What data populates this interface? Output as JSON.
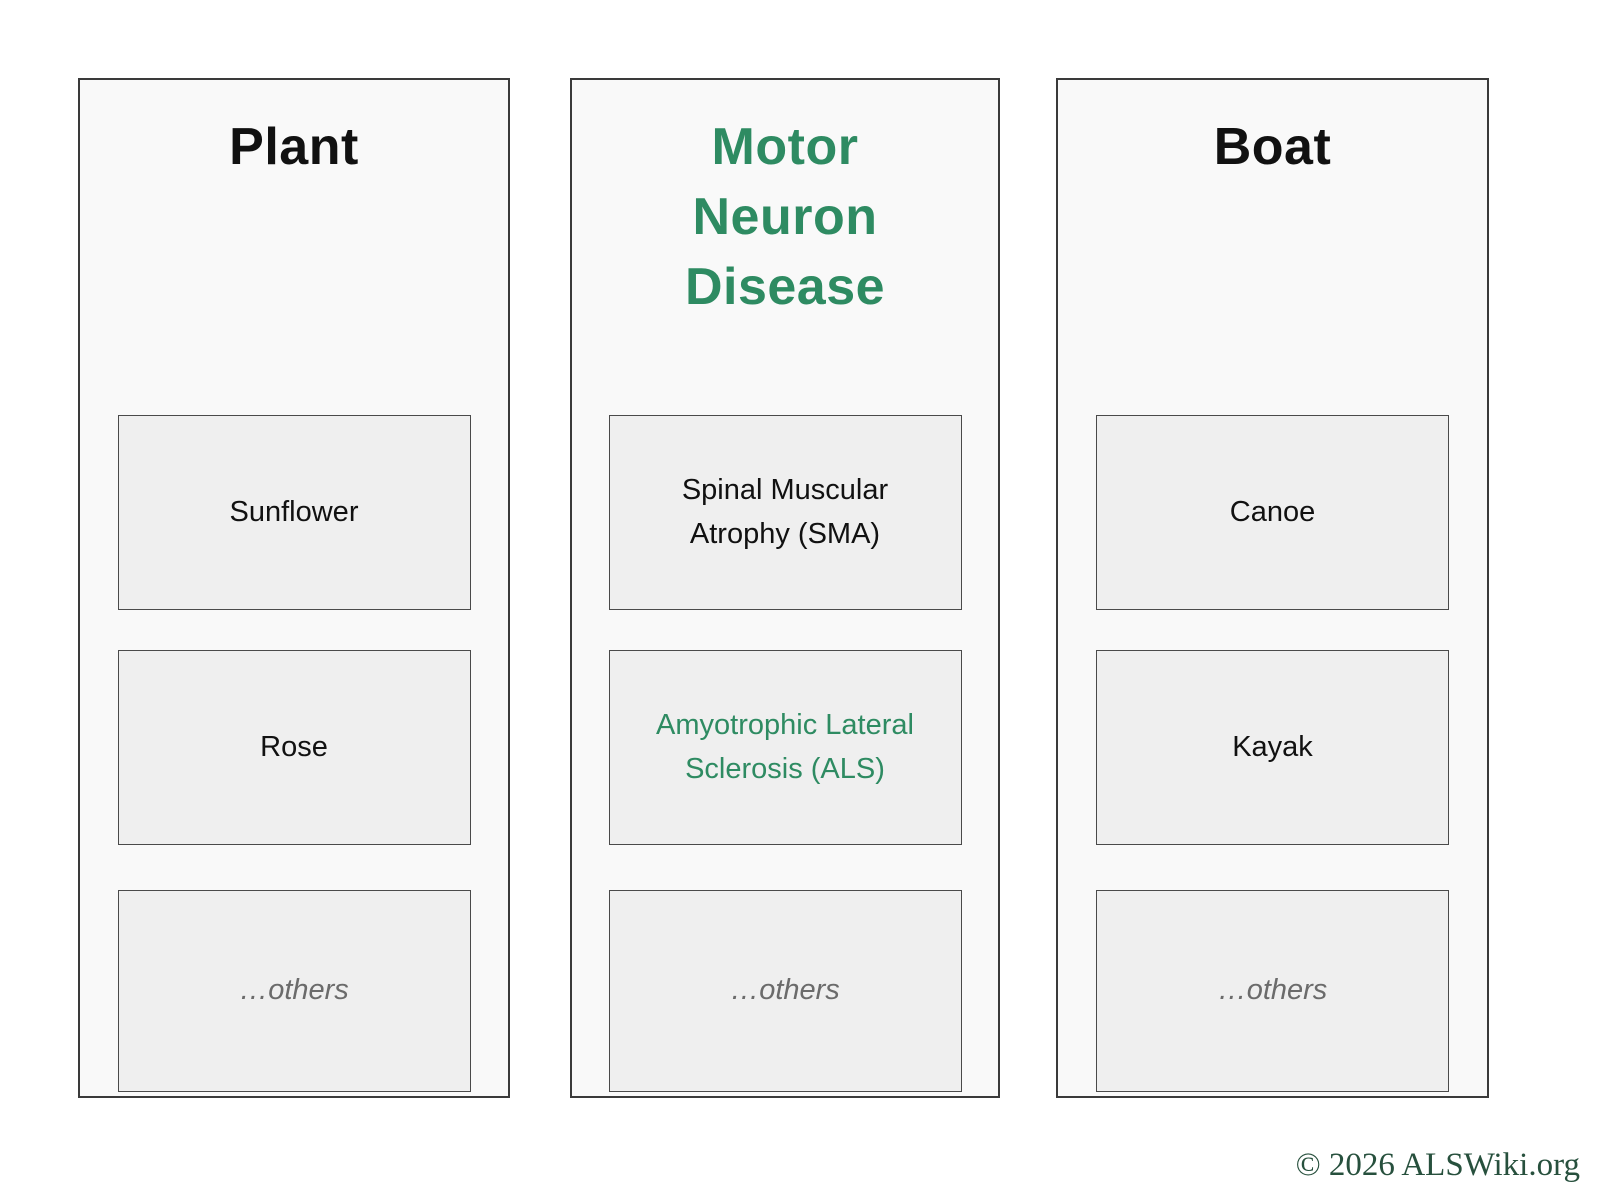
{
  "colors": {
    "accent-green": "#2E8B62",
    "copyright-green": "#27503D",
    "panel-bg": "#F9F9F9",
    "box-bg": "#EFEFEF",
    "panel-border": "#3A3A3A",
    "box-border": "#4A4A4A",
    "text-black": "#111111",
    "muted-gray": "#6B6B6B"
  },
  "panels": [
    {
      "title": "Plant",
      "items": [
        {
          "label": "Sunflower"
        },
        {
          "label": "Rose"
        },
        {
          "label": "…others"
        }
      ]
    },
    {
      "title": "Motor Neuron Disease",
      "items": [
        {
          "label": "Spinal Muscular Atrophy (SMA)"
        },
        {
          "label": "Amyotrophic Lateral Sclerosis (ALS)"
        },
        {
          "label": "…others"
        }
      ]
    },
    {
      "title": "Boat",
      "items": [
        {
          "label": "Canoe"
        },
        {
          "label": "Kayak"
        },
        {
          "label": "…others"
        }
      ]
    }
  ],
  "footer": {
    "copyright": "© 2026 ALSWiki.org"
  }
}
